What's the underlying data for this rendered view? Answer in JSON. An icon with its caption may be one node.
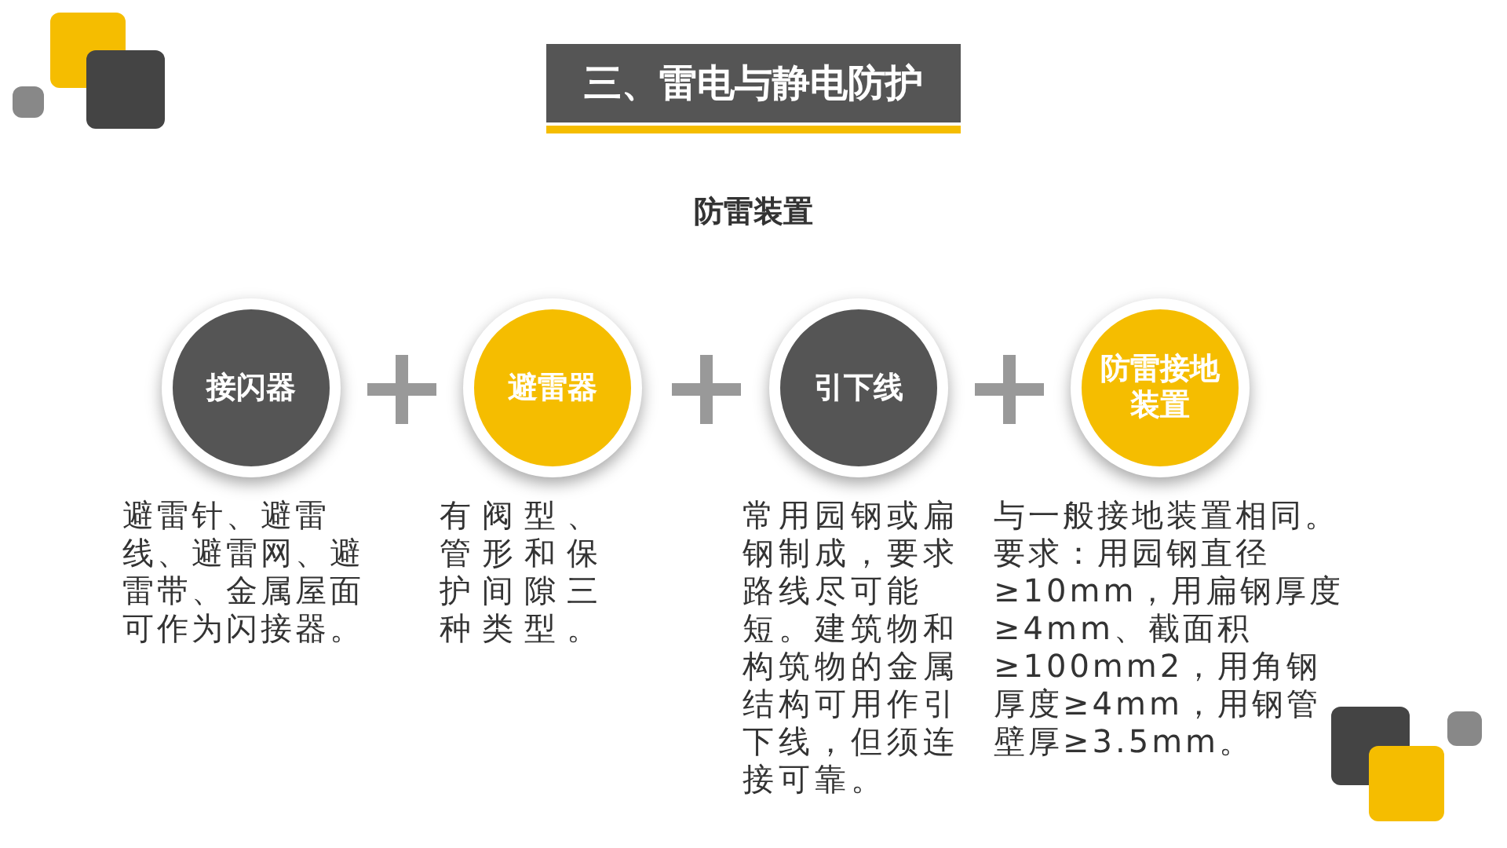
{
  "diagram": {
    "title": "三、雷电与静电防护",
    "nodes": [
      {
        "text": [
          "接闪器"
        ],
        "beside": [
          "避雷针、避雷线、避雷网、避雷带、金属屋面可作为闪接器。"
        ]
      },
      {
        "text": [
          "避雷器"
        ],
        "beside": [
          "有阀型、管形和保护间隙三种类型。"
        ]
      },
      {
        "text": [
          "引下线"
        ],
        "beside": [
          "常用园钢或扁钢制成，要求路线尽可能短。建筑物和构筑物的金属结构可用作引下线，但须连接可靠。"
        ]
      },
      {
        "text": [
          "防雷接地装置"
        ],
        "beside": [
          "与一般接地装置相同。要求：用园钢直径≥10mm，用扁钢厚度≥4mm、截面积≥100mm2，用角钢厚度≥4mm，用钢管壁厚≥3.5mm。"
        ]
      }
    ],
    "labels": [
      "防雷装置"
    ]
  }
}
